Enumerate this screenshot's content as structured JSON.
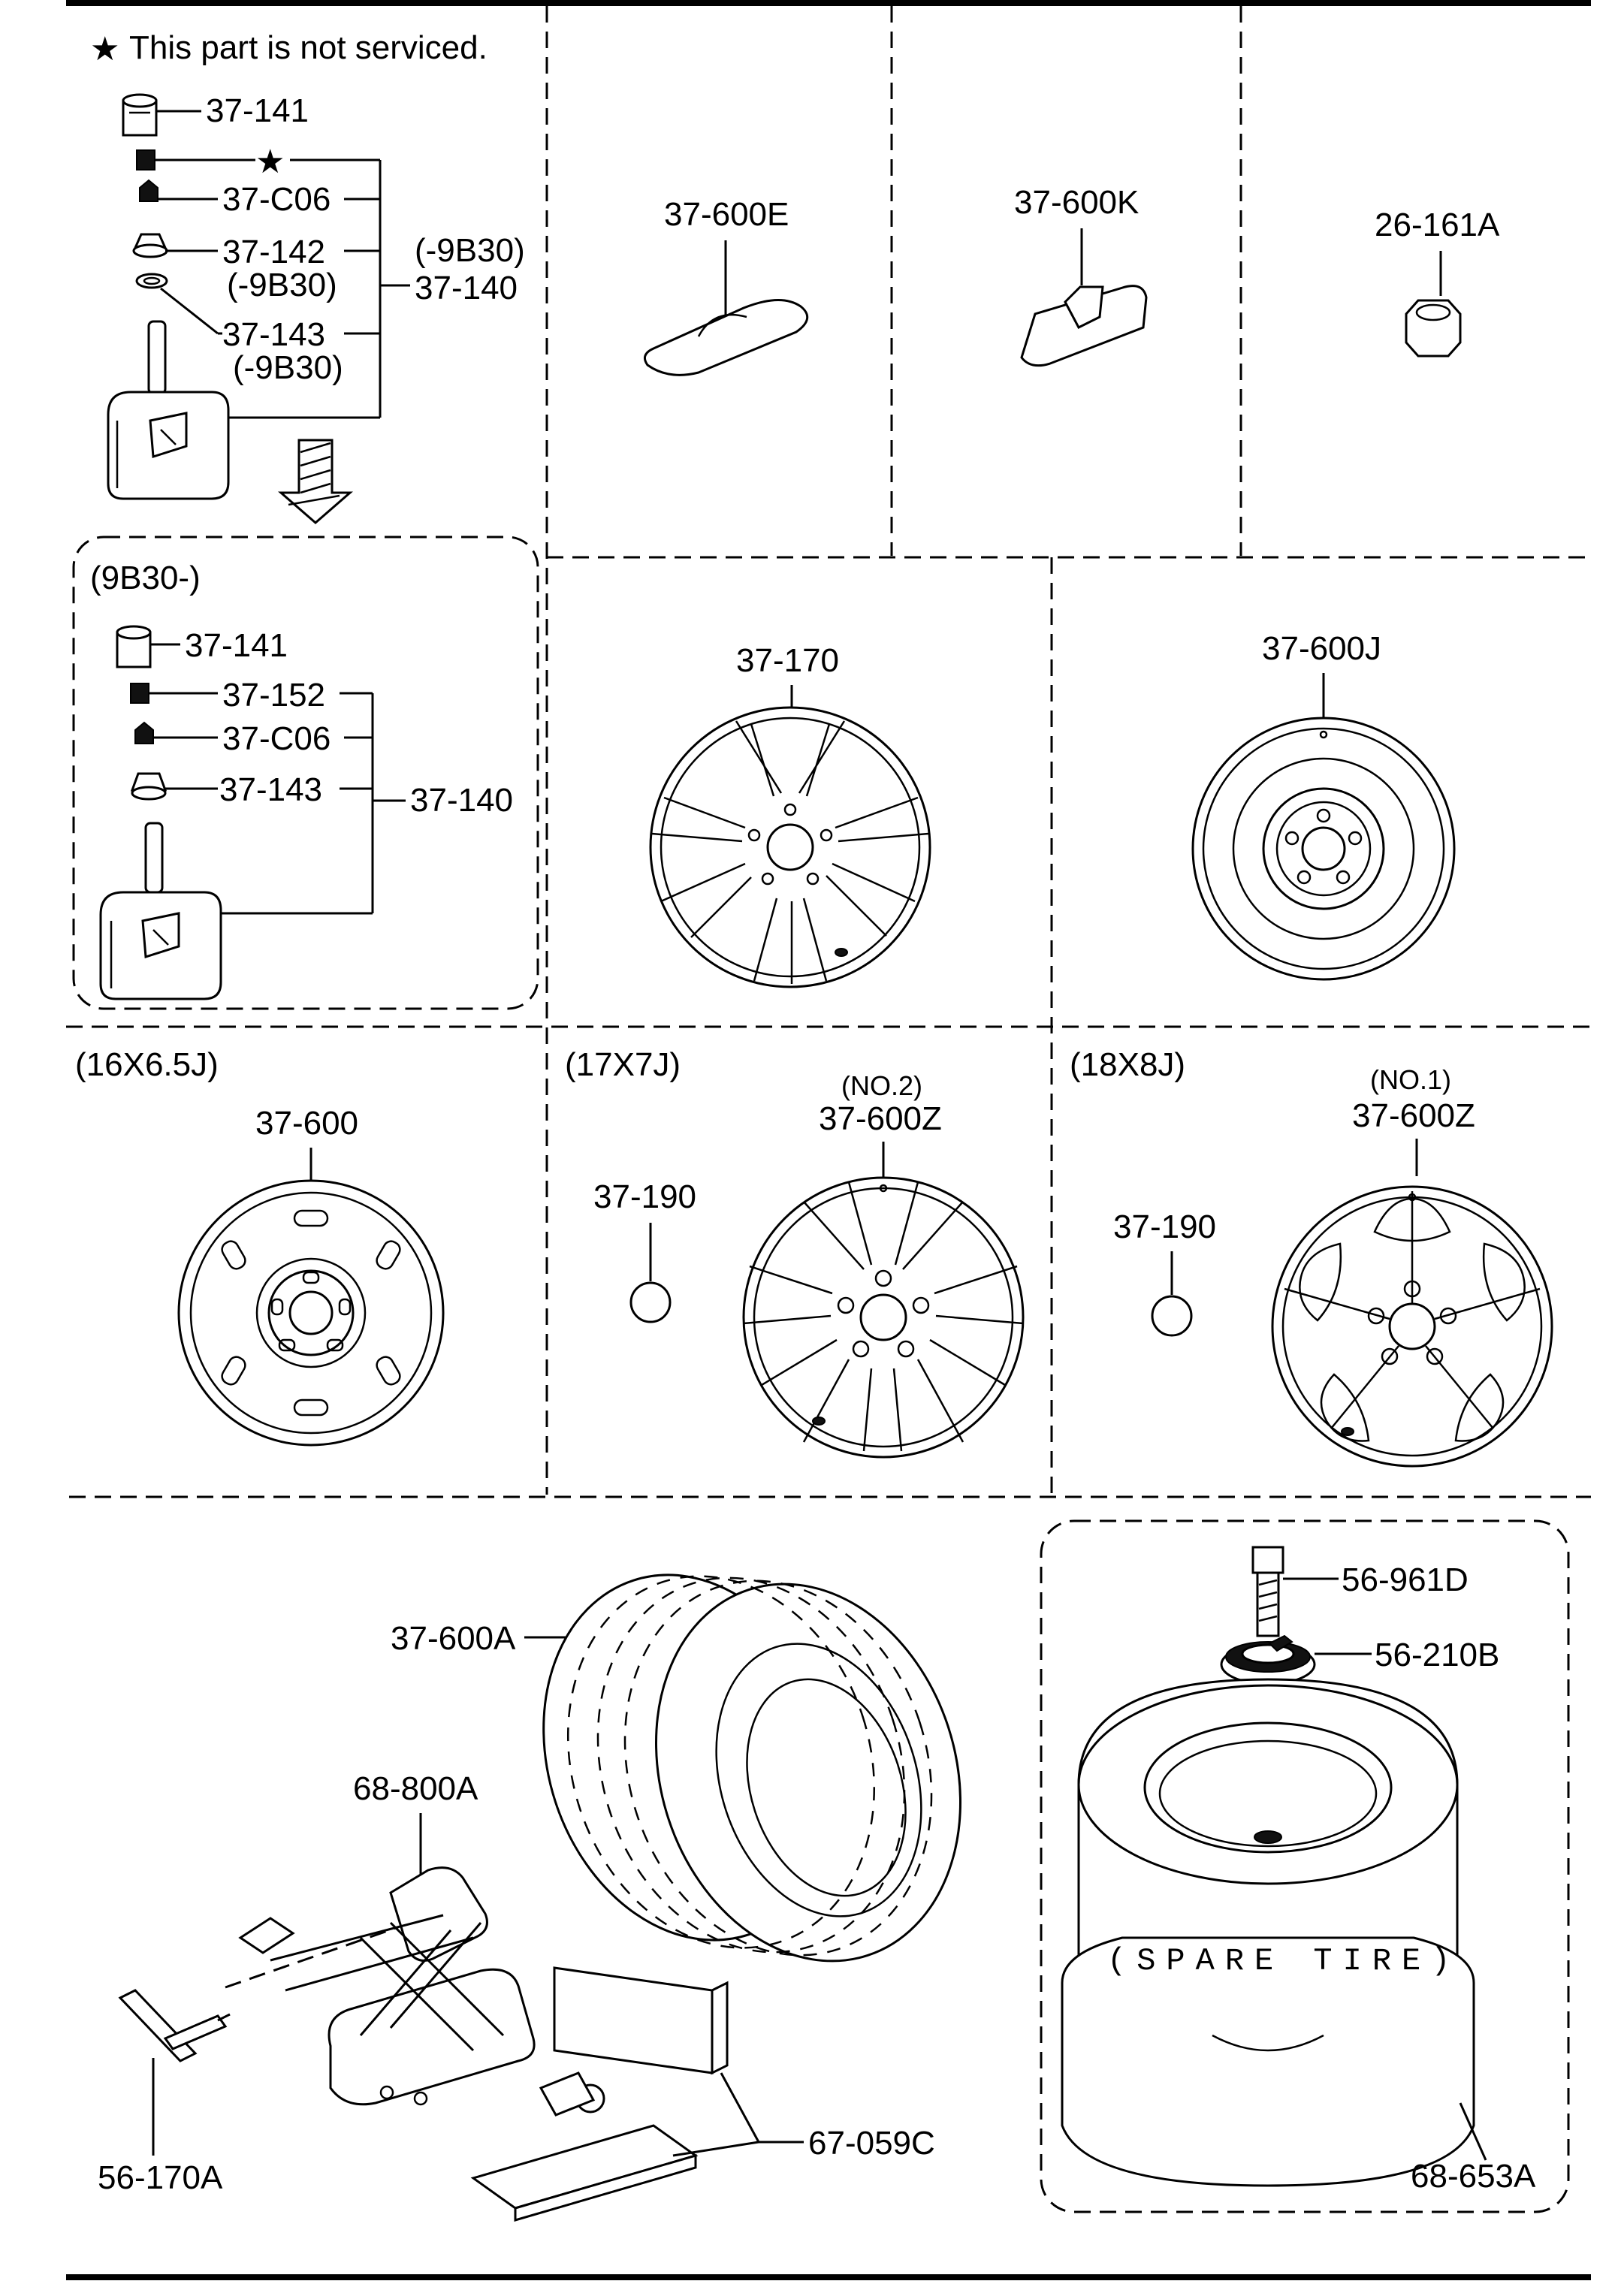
{
  "note": "This part is not serviced.",
  "labels": {
    "p37_141_a": "37-141",
    "p37_c06_a": "37-C06",
    "p37_142": "37-142",
    "p37_142_range": "(-9B30)",
    "p37_143_a": "37-143",
    "p37_143_range": "(-9B30)",
    "p37_140_range": "(-9B30)",
    "p37_140_a": "37-140",
    "p37_600e": "37-600E",
    "p37_600k": "37-600K",
    "p26_161a": "26-161A",
    "group_9b30": "(9B30-)",
    "p37_141_b": "37-141",
    "p37_152": "37-152",
    "p37_c06_b": "37-C06",
    "p37_143_b": "37-143",
    "p37_140_b": "37-140",
    "p37_170": "37-170",
    "p37_600j": "37-600J",
    "size_16": "(16X6.5J)",
    "p37_600": "37-600",
    "size_17": "(17X7J)",
    "no2": "(NO.2)",
    "p37_600z_a": "37-600Z",
    "p37_190_a": "37-190",
    "size_18": "(18X8J)",
    "no1": "(NO.1)",
    "p37_600z_b": "37-600Z",
    "p37_190_b": "37-190",
    "p37_600a": "37-600A",
    "p68_800a": "68-800A",
    "p56_170a": "56-170A",
    "p67_059c": "67-059C",
    "p56_961d": "56-961D",
    "p56_210b": "56-210B",
    "spare_tire": "(SPARE TIRE)",
    "p68_653a": "68-653A"
  }
}
